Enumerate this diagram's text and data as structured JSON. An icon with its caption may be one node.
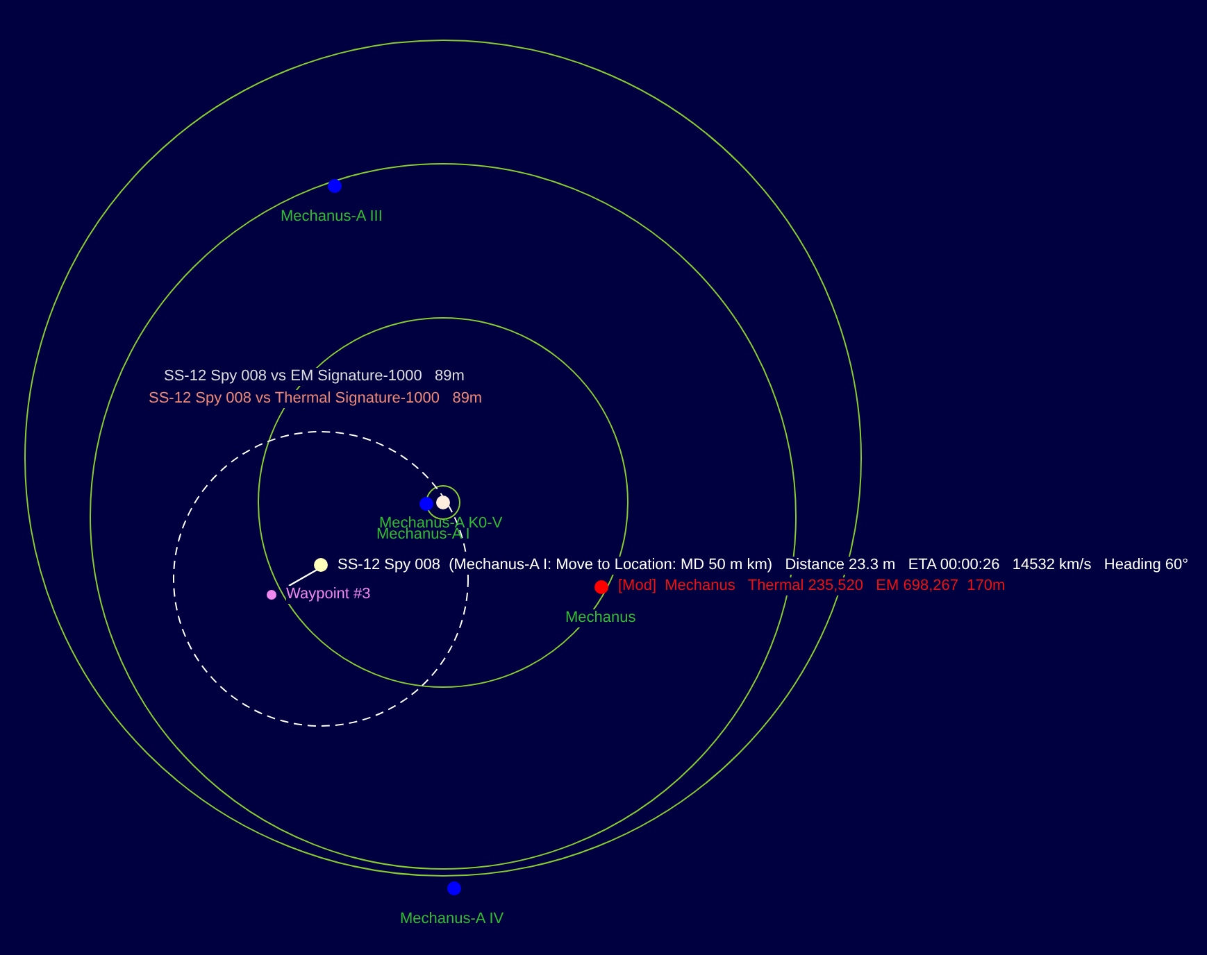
{
  "diagram": {
    "nodes": [
      {
        "text": [
          "Mechanus-A K0-V"
        ]
      },
      {
        "text": [
          "Mechanus-A I"
        ]
      },
      {
        "text": [
          "Mechanus-A III"
        ]
      },
      {
        "text": [
          "Mechanus-A IV"
        ]
      },
      {
        "text": [
          "Mechanus"
        ]
      },
      {
        "text": [
          "[Mod]  Mechanus   Thermal 235,520   EM 698,267  170m"
        ]
      },
      {
        "text": [
          "SS-12 Spy 008  (Mechanus-A I: Move to Location: MD 50 m km)   Distance 23.3 m   ETA 00:00:26   14532 km/s   Heading 60°"
        ]
      },
      {
        "text": [
          "Waypoint #3"
        ]
      }
    ],
    "edges": [
      {
        "from": 6,
        "to": 7,
        "arrow": "none"
      }
    ],
    "labels": [
      "SS-12 Spy 008 vs EM Signature-1000   89m",
      "SS-12 Spy 008 vs Thermal Signature-1000   89m"
    ]
  }
}
